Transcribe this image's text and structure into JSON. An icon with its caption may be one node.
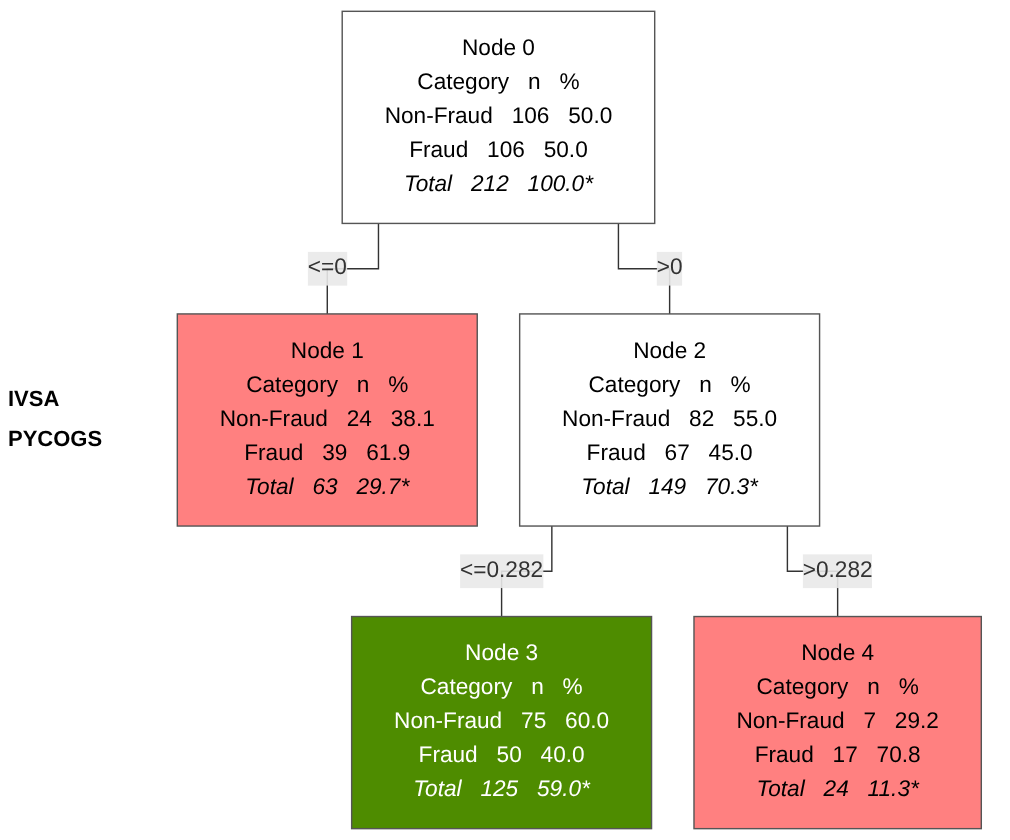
{
  "diagram": {
    "nodes": [
      {
        "text": [
          "Node 0",
          "Category",
          "n",
          "%",
          "Non-Fraud",
          "106",
          "50.0",
          "Fraud",
          "106",
          "50.0",
          "Total",
          "212",
          "100.0*"
        ]
      },
      {
        "text": [
          "Node 1",
          "Category",
          "n",
          "%",
          "Non-Fraud",
          "24",
          "38.1",
          "Fraud",
          "39",
          "61.9",
          "Total",
          "63",
          "29.7*"
        ]
      },
      {
        "text": [
          "Node 2",
          "Category",
          "n",
          "%",
          "Non-Fraud",
          "82",
          "55.0",
          "Fraud",
          "67",
          "45.0",
          "Total",
          "149",
          "70.3*"
        ]
      },
      {
        "text": [
          "Node 3",
          "Category",
          "n",
          "%",
          "Non-Fraud",
          "75",
          "60.0",
          "Fraud",
          "50",
          "40.0",
          "Total",
          "125",
          "59.0*"
        ]
      },
      {
        "text": [
          "Node 4",
          "Category",
          "n",
          "%",
          "Non-Fraud",
          "7",
          "29.2",
          "Fraud",
          "17",
          "70.8",
          "Total",
          "24",
          "11.3*"
        ]
      }
    ],
    "edges": [
      {
        "from": 0,
        "to": 1,
        "arrow": "none",
        "label": "<=0"
      },
      {
        "from": 0,
        "to": 2,
        "arrow": "none",
        "label": ">0"
      },
      {
        "from": 2,
        "to": 3,
        "arrow": "none",
        "label": "<=0.282"
      },
      {
        "from": 2,
        "to": 4,
        "arrow": "none",
        "label": ">0.282"
      }
    ],
    "labels": [
      "IVSA",
      "PYCOGS"
    ]
  }
}
